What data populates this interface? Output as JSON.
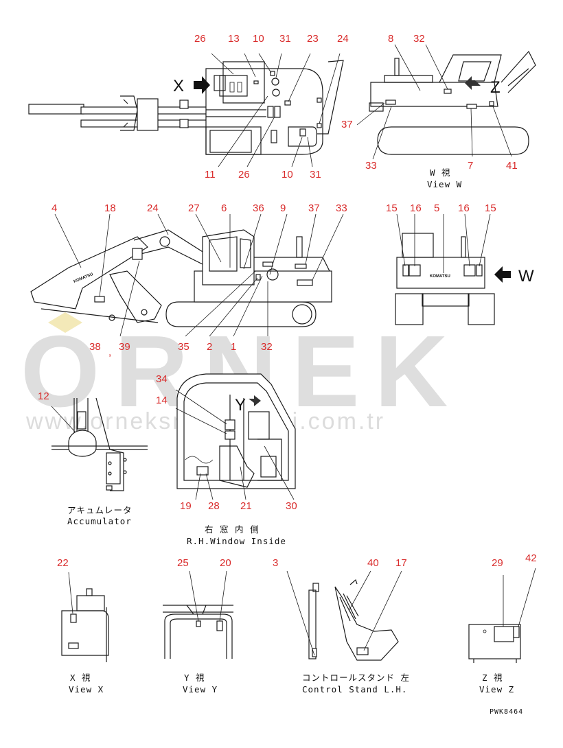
{
  "watermark": {
    "text": "ORNEK",
    "url": "www.orneksmakinalari.com.tr"
  },
  "drawing_code": "PWK8464",
  "view_letters": {
    "x": "X",
    "w": "W",
    "z": "Z",
    "y": "Y"
  },
  "brand_text": "KOMATSU",
  "captions": {
    "view_w_jp": "W 視",
    "view_w_en": "View W",
    "accumulator_jp": "アキュムレータ",
    "accumulator_en": "Accumulator",
    "window_jp": "右 窓 内 側",
    "window_en": "R.H.Window Inside",
    "view_x_jp": "X 視",
    "view_x_en": "View X",
    "view_y_jp": "Y 視",
    "view_y_en": "View Y",
    "control_jp": "コントロールスタンド 左",
    "control_en": "Control Stand L.H.",
    "view_z_jp": "Z 視",
    "view_z_en": "View Z"
  },
  "callouts": {
    "top": [
      "26",
      "13",
      "10",
      "31",
      "23",
      "24",
      "11",
      "26",
      "10",
      "31"
    ],
    "vieww": [
      "8",
      "32",
      "37",
      "33",
      "7",
      "41"
    ],
    "side": [
      "4",
      "18",
      "24",
      "27",
      "6",
      "36",
      "9",
      "37",
      "33",
      "38",
      ",",
      "39",
      "35",
      "2",
      "1",
      "32"
    ],
    "rear": [
      "15",
      "16",
      "5",
      "16",
      "15"
    ],
    "acc": [
      "12"
    ],
    "win": [
      "34",
      "14",
      "19",
      "28",
      "21",
      "30"
    ],
    "vx": [
      "22"
    ],
    "vy": [
      "25",
      "20"
    ],
    "ctrl": [
      "3",
      "40",
      "17"
    ],
    "vz": [
      "29",
      "42"
    ]
  }
}
